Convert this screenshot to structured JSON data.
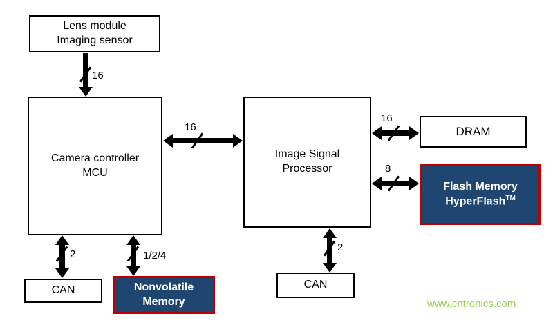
{
  "boxes": {
    "lens": {
      "line1": "Lens module",
      "line2": "Imaging sensor"
    },
    "mcu": {
      "line1": "Camera controller",
      "line2": "MCU"
    },
    "isp": {
      "line1": "Image Signal",
      "line2": "Processor"
    },
    "dram": {
      "label": "DRAM"
    },
    "flash": {
      "line1": "Flash Memory",
      "line2_base": "HyperFlash",
      "line2_sup": "TM"
    },
    "can_left": {
      "label": "CAN"
    },
    "nvm": {
      "line1": "Nonvolatile",
      "line2": "Memory"
    },
    "can_middle": {
      "label": "CAN"
    }
  },
  "bus_widths": {
    "lens_to_mcu": "16",
    "mcu_to_isp": "16",
    "isp_to_dram": "16",
    "isp_to_flash": "8",
    "mcu_to_can": "2",
    "mcu_to_nvm": "1/2/4",
    "isp_to_can": "2"
  },
  "colors": {
    "memory_box_bg": "#1F4670",
    "memory_box_border": "#C00000",
    "box_border": "#000000",
    "arrow": "#000000",
    "watermark_green": "#92D050"
  },
  "watermark": {
    "text": "www.cntronics.com"
  }
}
